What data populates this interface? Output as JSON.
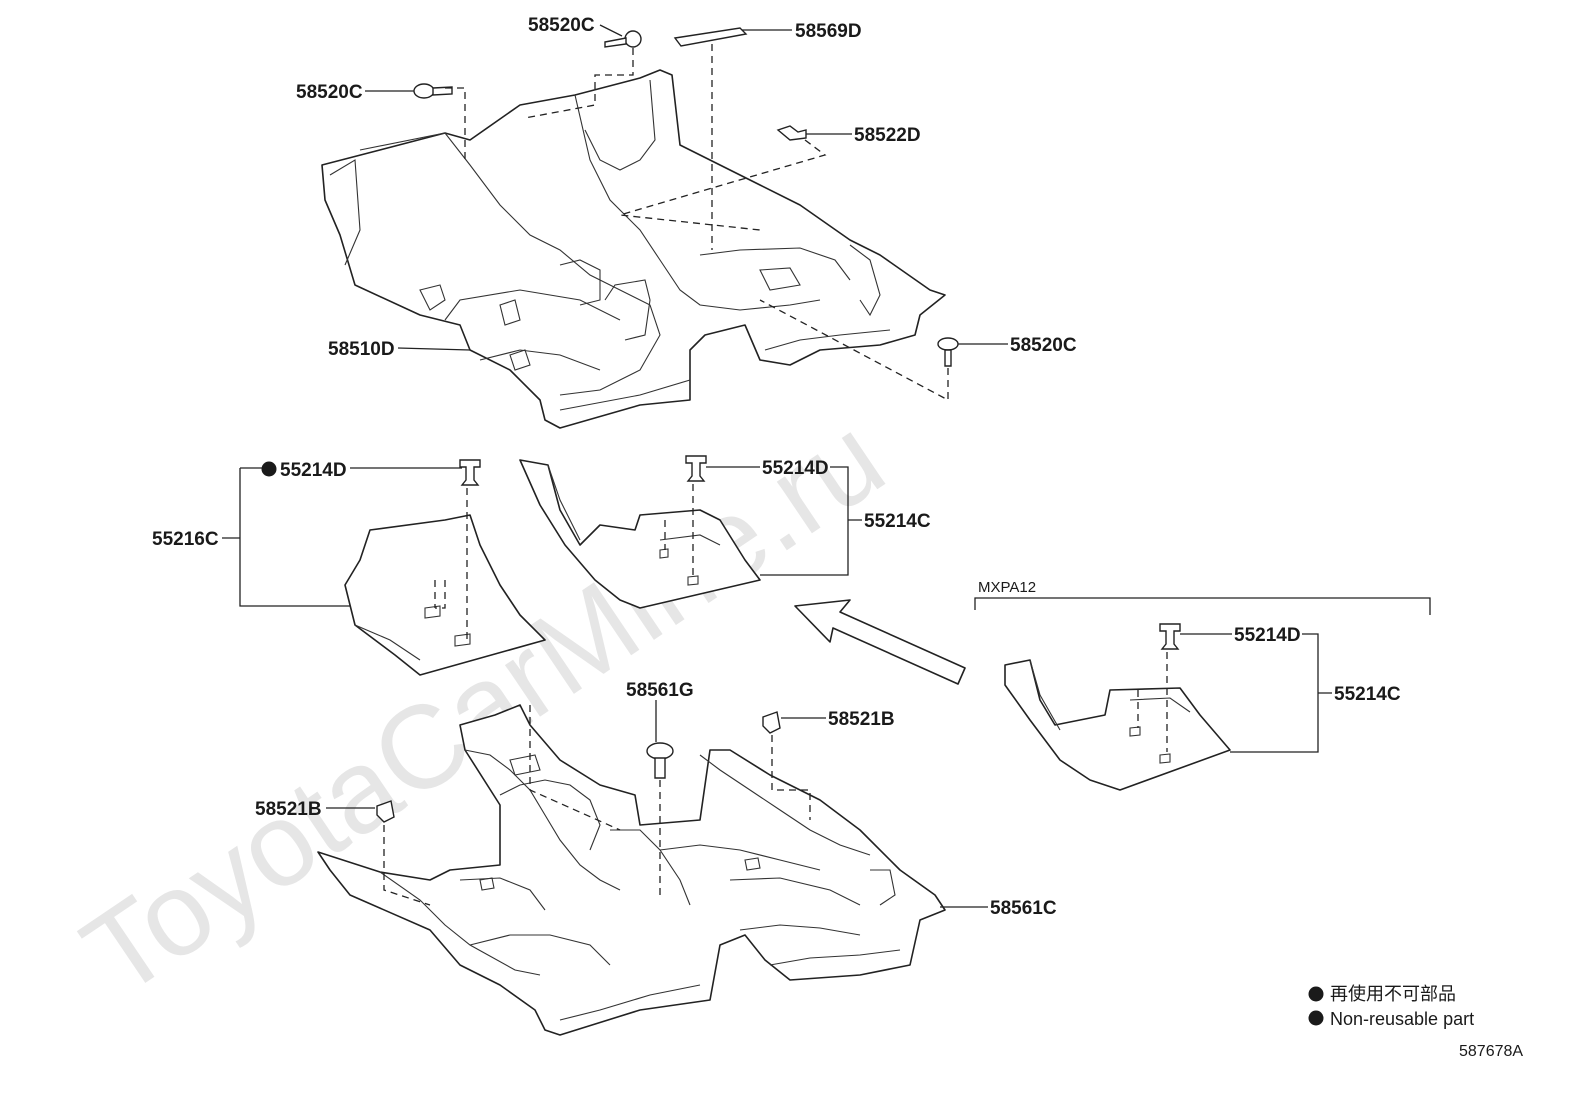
{
  "watermark": "ToyotaCarMine.ru",
  "diagram_code": "587678A",
  "group_label": "MXPA12",
  "legend": {
    "line1": "再使用不可部品",
    "line2": "Non-reusable part"
  },
  "callouts": {
    "c58520C_top": "58520C",
    "c58569D": "58569D",
    "c58520C_left": "58520C",
    "c58522D": "58522D",
    "c58510D": "58510D",
    "c58520C_right": "58520C",
    "c55214D_left": "55214D",
    "c55216C": "55216C",
    "c55214D_mid": "55214D",
    "c55214C_mid": "55214C",
    "c55214D_right": "55214D",
    "c55214C_right": "55214C",
    "c58561G": "58561G",
    "c58521B_top": "58521B",
    "c58521B_left": "58521B",
    "c58561C": "58561C"
  },
  "colors": {
    "line": "#222222",
    "watermark": "#e6e6e6",
    "background": "#ffffff"
  }
}
